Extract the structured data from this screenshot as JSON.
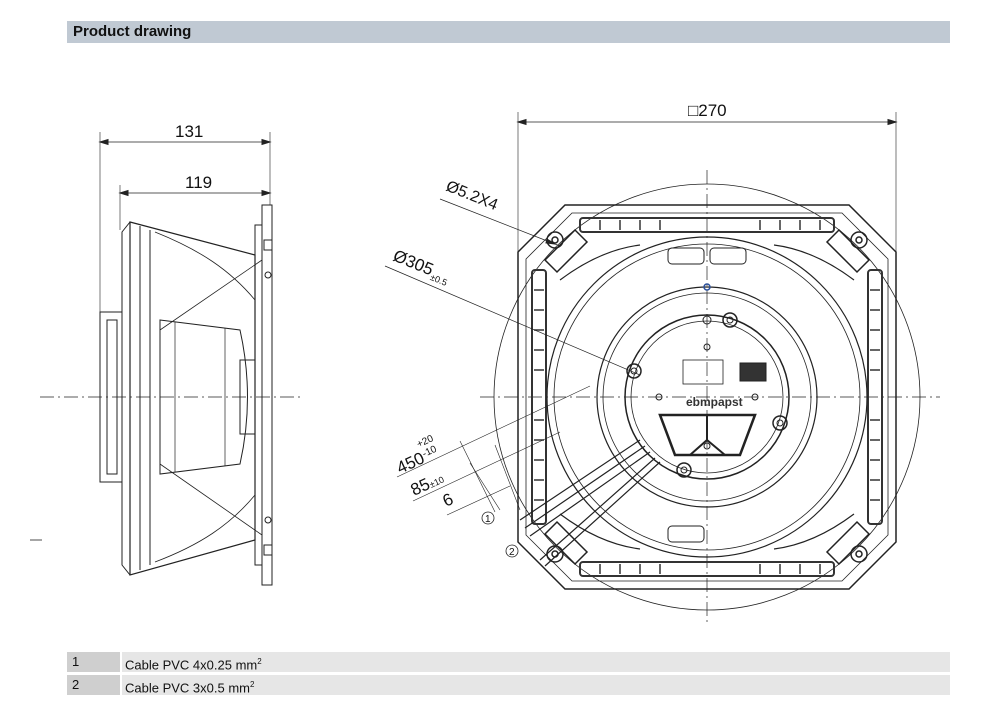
{
  "header": {
    "title": "Product drawing"
  },
  "drawing": {
    "side_view": {
      "dim_overall": "131",
      "dim_depth": "119"
    },
    "front_view": {
      "dim_square": "□270",
      "dim_holes": "Ø5.2X4",
      "dim_diameter": "Ø305",
      "dim_diameter_tol": "±0.5",
      "dim_cable_length": "450",
      "dim_cable_length_tol_upper": "+20",
      "dim_cable_length_tol_lower": "-10",
      "dim_strip_length": "85",
      "dim_strip_length_tol": "±10",
      "dim_wire_end": "6",
      "callout_1": "1",
      "callout_2": "2",
      "logo_text": "ebmpapst"
    }
  },
  "legend": [
    {
      "num": "1",
      "text": "Cable PVC 4x0.25 mm",
      "sup": "2"
    },
    {
      "num": "2",
      "text": "Cable PVC 3x0.5 mm",
      "sup": "2"
    }
  ]
}
